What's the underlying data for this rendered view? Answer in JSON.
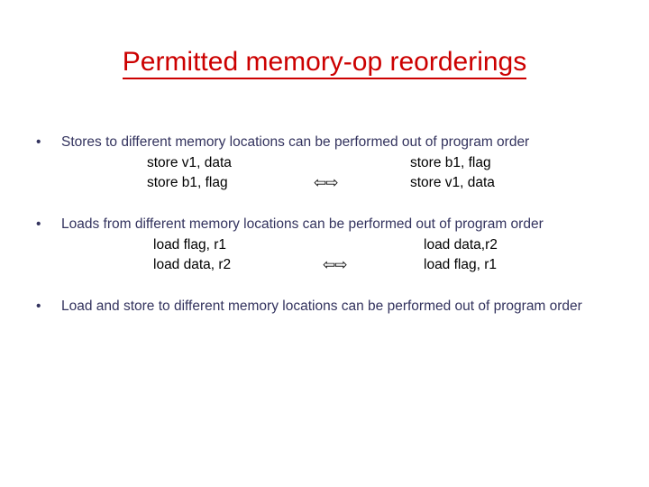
{
  "slide": {
    "title": "Permitted memory-op reorderings",
    "title_color": "#cc0000",
    "body_color": "#33335e",
    "code_color": "#000000",
    "background": "#ffffff",
    "bullet_marker": "•",
    "arrow_left": "⇦",
    "arrow_right": "⇨",
    "blocks": [
      {
        "bullet": "Stores to different memory locations can be performed out of program order",
        "rows": [
          {
            "left": "store v1, data",
            "arrow": "",
            "right": "store b1, flag"
          },
          {
            "left": "store b1, flag",
            "arrow": "⇦⇨",
            "right": "store v1, data"
          }
        ]
      },
      {
        "bullet": "Loads from different memory locations can be performed out of program order",
        "rows": [
          {
            "left": "load flag, r1",
            "arrow": "",
            "right": "load data,r2"
          },
          {
            "left": "load data, r2",
            "arrow": "⇦⇨",
            "right": "load flag, r1"
          }
        ]
      },
      {
        "bullet": "Load and store to different memory locations can be performed out of program order",
        "rows": []
      }
    ]
  }
}
